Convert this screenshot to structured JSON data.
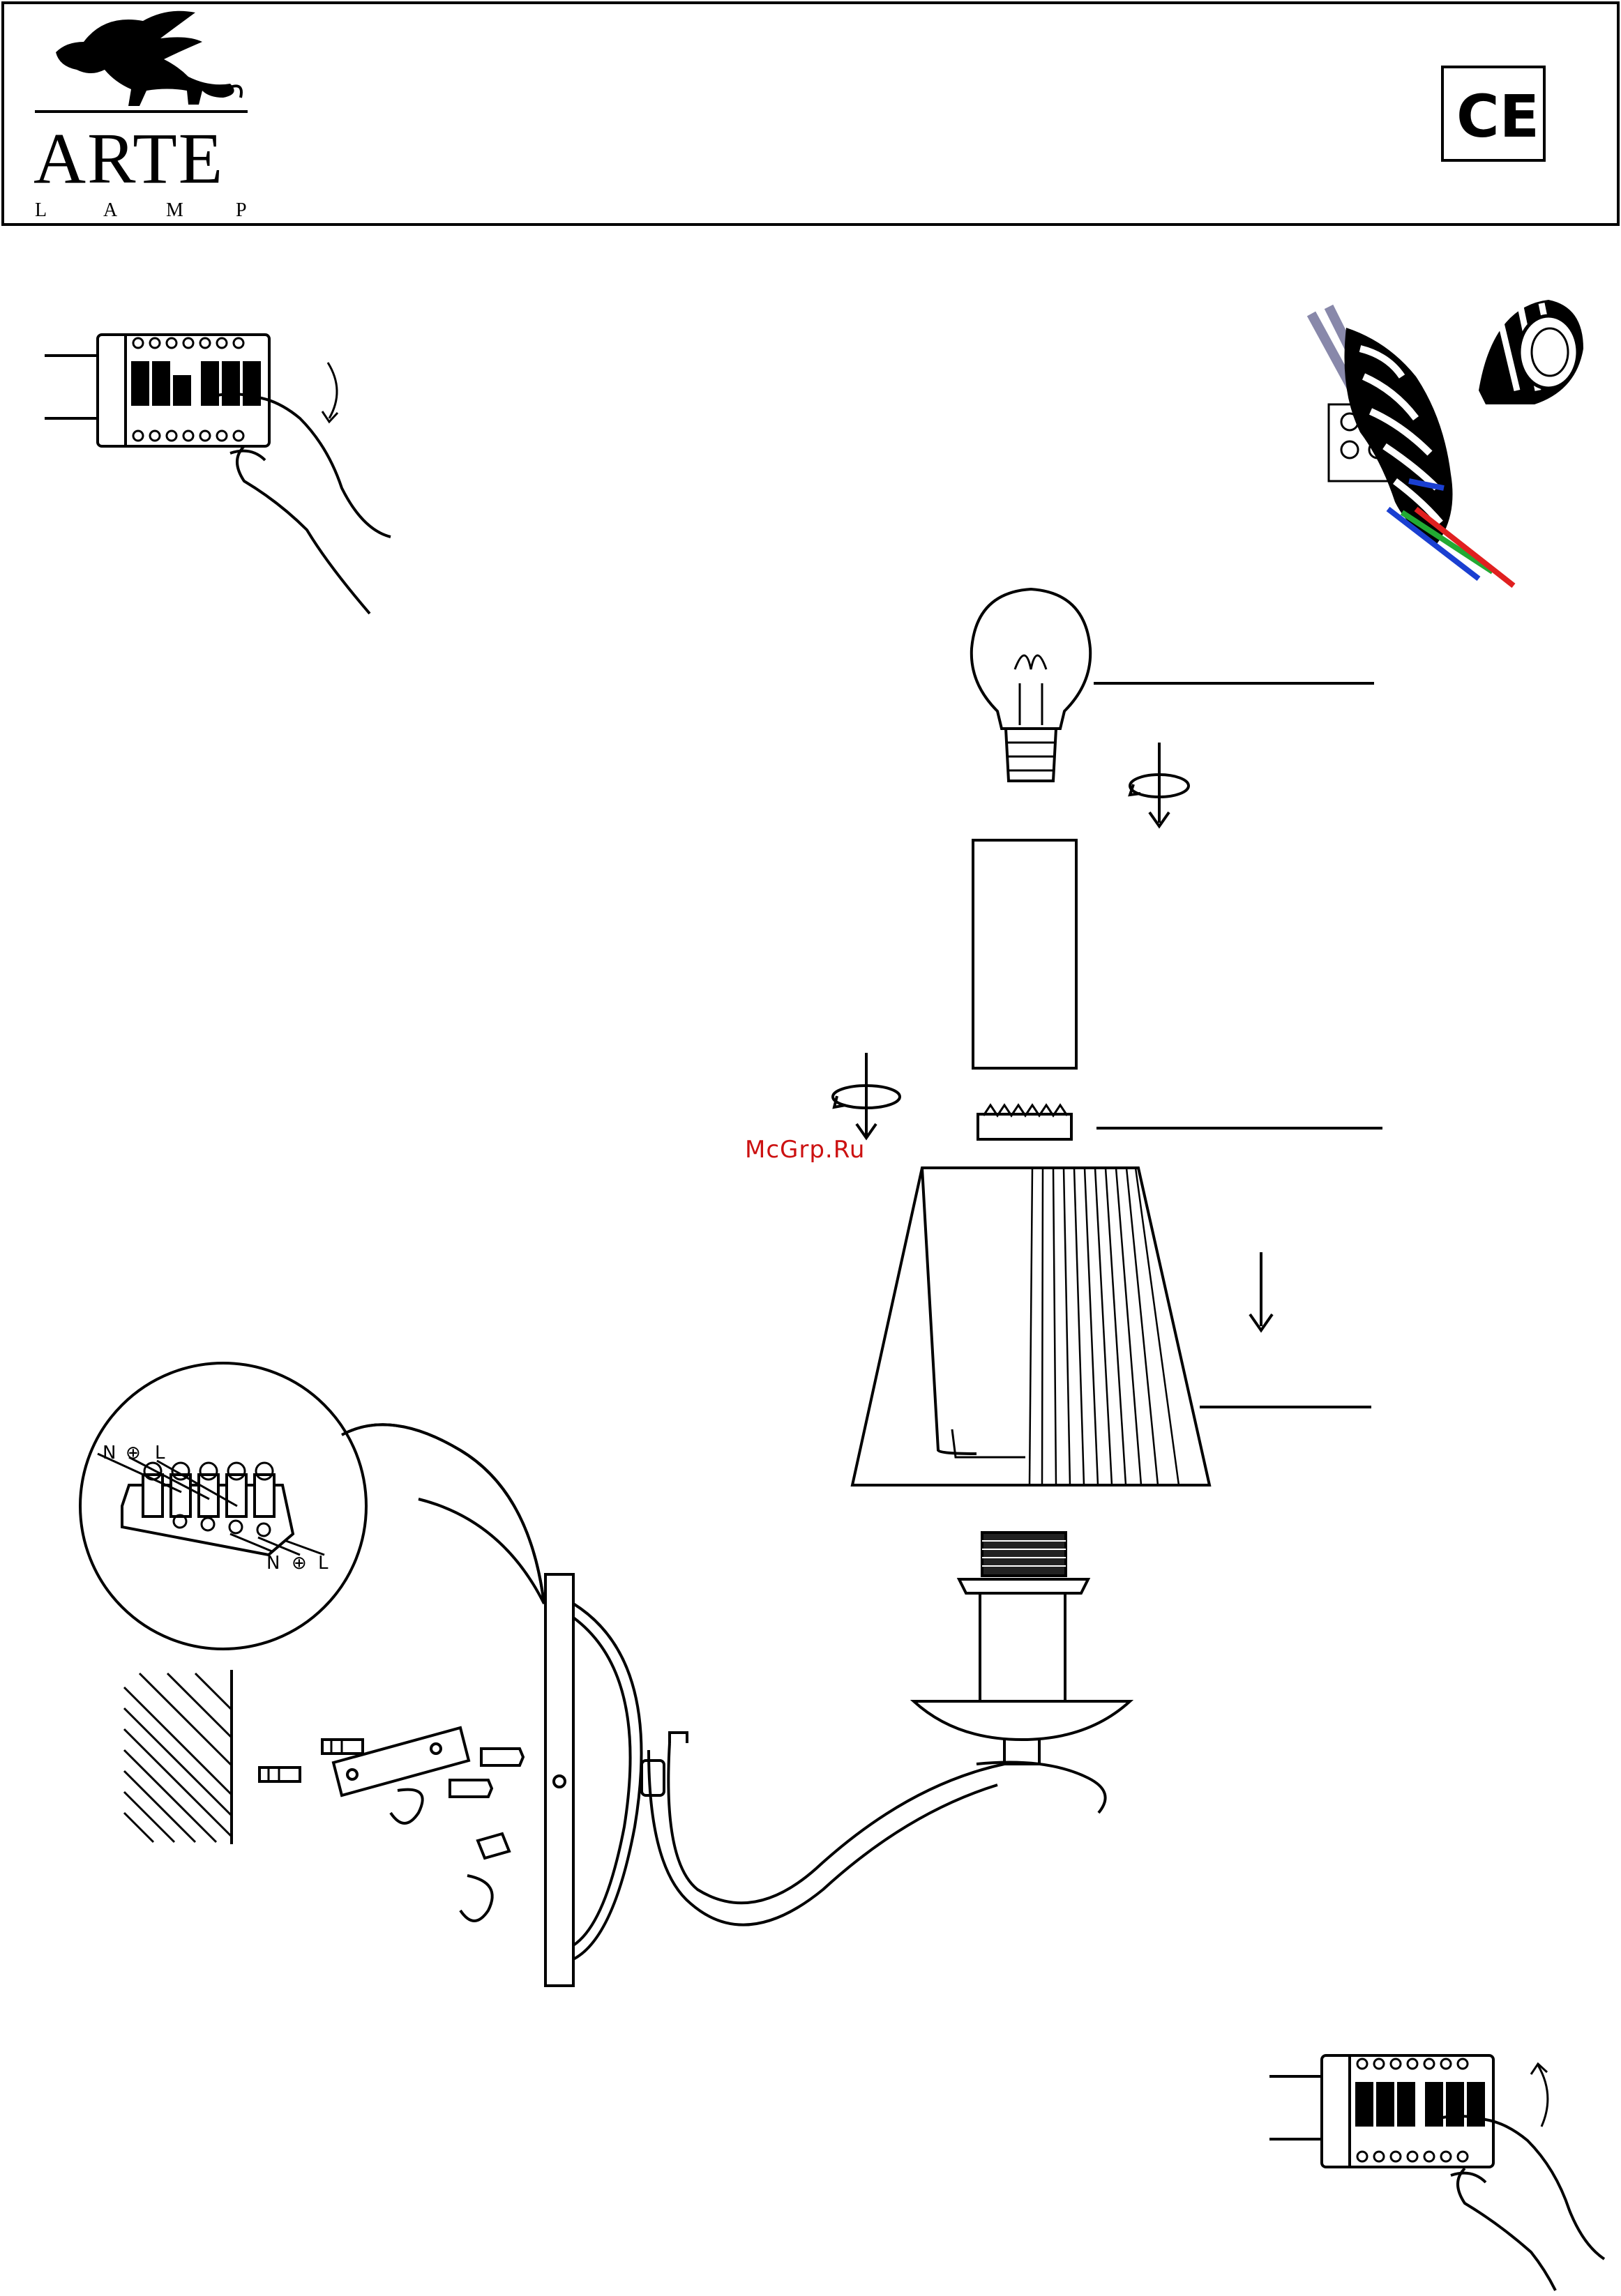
{
  "header": {
    "brand_name": "ARTE",
    "brand_sub": [
      "L",
      "A",
      "M",
      "P"
    ],
    "cert_mark": "CE"
  },
  "watermark": "McGrp.Ru",
  "terminal_labels": {
    "top": [
      "N",
      "⊕",
      "L"
    ],
    "bottom": [
      "N",
      "⊕",
      "L"
    ]
  },
  "icons": [
    "lion-logo-icon",
    "ce-mark-icon",
    "circuit-breaker-icon",
    "insulating-tape-icon",
    "bulb-icon",
    "rotate-arrow-icon",
    "down-arrow-icon"
  ]
}
